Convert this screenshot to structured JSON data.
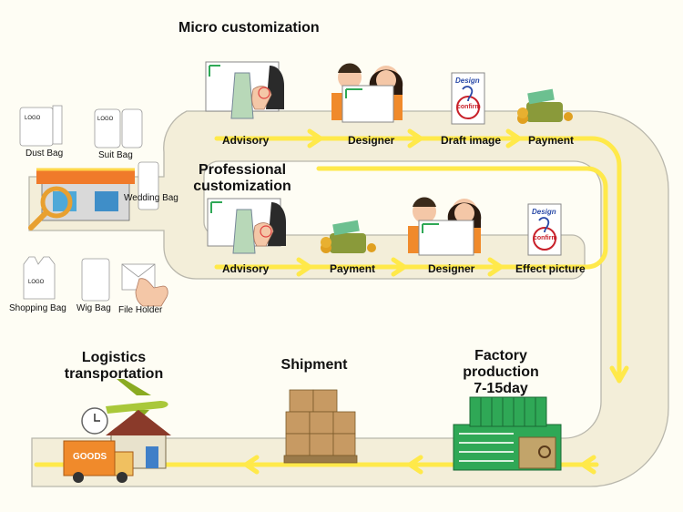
{
  "sections": {
    "micro": "Micro customization",
    "professional": "Professional customization",
    "logistics": "Logistics transportation",
    "shipment": "Shipment",
    "factory_line1": "Factory",
    "factory_line2": "production",
    "factory_line3": "7-15day"
  },
  "micro_steps": [
    "Advisory",
    "Designer",
    "Draft image",
    "Payment"
  ],
  "professional_steps": [
    "Advisory",
    "Payment",
    "Designer",
    "Effect picture"
  ],
  "bags": {
    "dust": "Dust Bag",
    "suit": "Suit Bag",
    "wedding": "Wedding Bag",
    "shopping": "Shopping Bag",
    "wig": "Wig Bag",
    "file": "File Holder",
    "logo": "LOGO"
  },
  "design_card": {
    "title": "Design",
    "stamp": "confirm"
  },
  "truck_text": "GOODS",
  "colors": {
    "background": "#fefdf4",
    "track": "#f3eed9",
    "track_border": "#b9b7ac",
    "arrow": "#ffe94a",
    "factory": "#2fa856",
    "box": "#c79a63",
    "plane": "#a9c83a",
    "truck": "#f08a2b",
    "shirt": "#f08a2b"
  },
  "icons": [
    "shop-icon",
    "magnifier-icon",
    "hand-pointer-icon",
    "money-stack-icon",
    "plane-icon",
    "truck-icon",
    "clock-icon",
    "house-icon"
  ]
}
